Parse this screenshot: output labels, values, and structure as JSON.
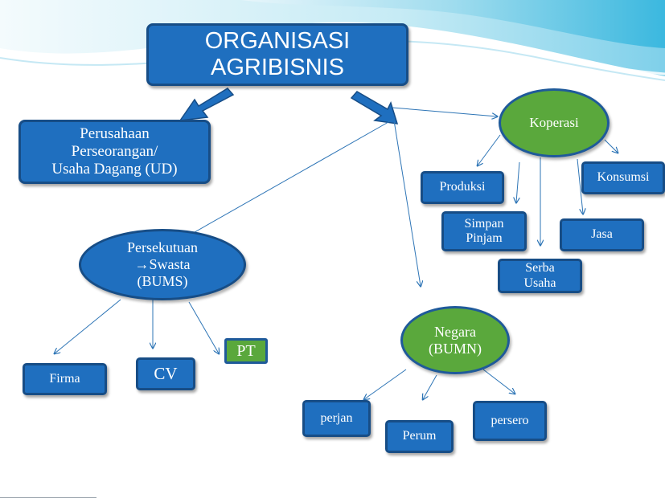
{
  "title": {
    "line1": "ORGANISASI",
    "line2": "AGRIBISNIS"
  },
  "perorangan": {
    "line1": "Perusahaan",
    "line2": "Perseorangan/",
    "line3": "Usaha Dagang (UD)"
  },
  "koperasi": {
    "label": "Koperasi",
    "children": {
      "produksi": "Produksi",
      "simpan_pinjam": {
        "line1": "Simpan",
        "line2": "Pinjam"
      },
      "serba_usaha": {
        "line1": "Serba",
        "line2": "Usaha"
      },
      "jasa": "Jasa",
      "konsumsi": "Konsumsi"
    }
  },
  "persekutuan": {
    "line1": "Persekutuan",
    "line2": "→Swasta",
    "line3": "(BUMS)",
    "children": {
      "firma": "Firma",
      "cv": "CV",
      "pt": "PT"
    }
  },
  "negara": {
    "line1": "Negara",
    "line2": "(BUMN)",
    "children": {
      "perjan": "perjan",
      "perum": "Perum",
      "persero": "persero"
    }
  },
  "colors": {
    "box_blue": "#1f6fbf",
    "box_border": "#174d86",
    "green": "#5aa83c",
    "arrow": "#2e75b6"
  }
}
